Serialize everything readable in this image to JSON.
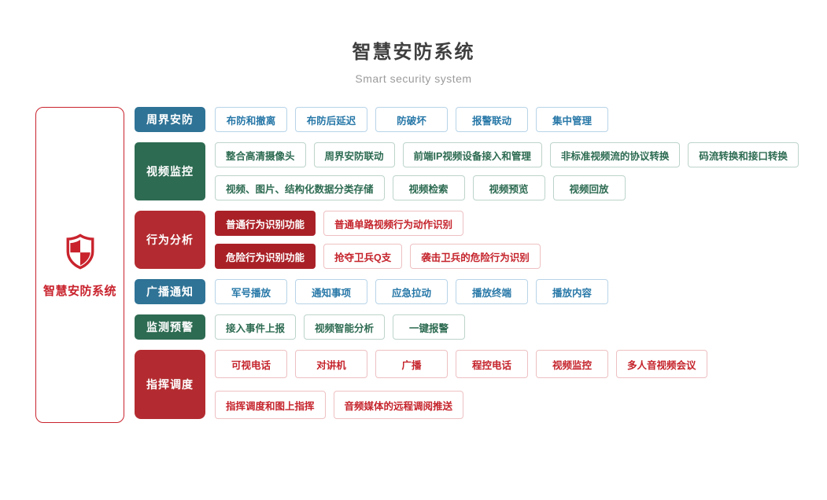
{
  "header": {
    "title": "智慧安防系统",
    "subtitle": "Smart security system"
  },
  "root": {
    "label": "智慧安防系统",
    "icon": "shield-icon"
  },
  "colors": {
    "blue": "#2f7396",
    "blue-text": "#2878a8",
    "blue-border": "#b8d4e8",
    "green": "#2d6b52",
    "green-border": "#bcd4ca",
    "red-cat": "#b32b30",
    "red-fill": "#a92127",
    "red-text": "#c5242c",
    "red-border": "#eec0c2",
    "root-red": "#c9232d",
    "title": "#3f3f3f",
    "subtitle": "#9b9b9b"
  },
  "rows": [
    {
      "category": "周界安防",
      "theme": "blue",
      "lines": [
        [
          {
            "label": "布防和撤离"
          },
          {
            "label": "布防后延迟"
          },
          {
            "label": "防破坏"
          },
          {
            "label": "报警联动"
          },
          {
            "label": "集中管理"
          }
        ]
      ]
    },
    {
      "category": "视频监控",
      "theme": "green",
      "lines": [
        [
          {
            "label": "整合高清摄像头"
          },
          {
            "label": "周界安防联动"
          },
          {
            "label": "前端IP视频设备接入和管理"
          },
          {
            "label": "非标准视频流的协议转换"
          },
          {
            "label": "码流转换和接口转换"
          }
        ],
        [
          {
            "label": "视频、图片、结构化数据分类存储"
          },
          {
            "label": "视频检索"
          },
          {
            "label": "视频预览"
          },
          {
            "label": "视频回放"
          }
        ]
      ]
    },
    {
      "category": "行为分析",
      "theme": "red",
      "lines": [
        [
          {
            "label": "普通行为识别功能",
            "filled": true
          },
          {
            "label": "普通单路视频行为动作识别"
          }
        ],
        [
          {
            "label": "危险行为识别功能",
            "filled": true
          },
          {
            "label": "抢夺卫兵Q支"
          },
          {
            "label": "袭击卫兵的危险行为识别"
          }
        ]
      ]
    },
    {
      "category": "广播通知",
      "theme": "blue",
      "lines": [
        [
          {
            "label": "军号播放"
          },
          {
            "label": "通知事项"
          },
          {
            "label": "应急拉动"
          },
          {
            "label": "播放终端"
          },
          {
            "label": "播放内容"
          }
        ]
      ]
    },
    {
      "category": "监测预警",
      "theme": "green",
      "lines": [
        [
          {
            "label": "接入事件上报"
          },
          {
            "label": "视频智能分析"
          },
          {
            "label": "一键报警"
          }
        ]
      ]
    },
    {
      "category": "指挥调度",
      "theme": "red",
      "tall": true,
      "lines": [
        [
          {
            "label": "可视电话"
          },
          {
            "label": "对讲机"
          },
          {
            "label": "广播"
          },
          {
            "label": "程控电话"
          },
          {
            "label": "视频监控"
          },
          {
            "label": "多人音视频会议"
          }
        ],
        [
          {
            "label": "指挥调度和图上指挥"
          },
          {
            "label": "音频媒体的远程调阅推送"
          }
        ]
      ]
    }
  ]
}
